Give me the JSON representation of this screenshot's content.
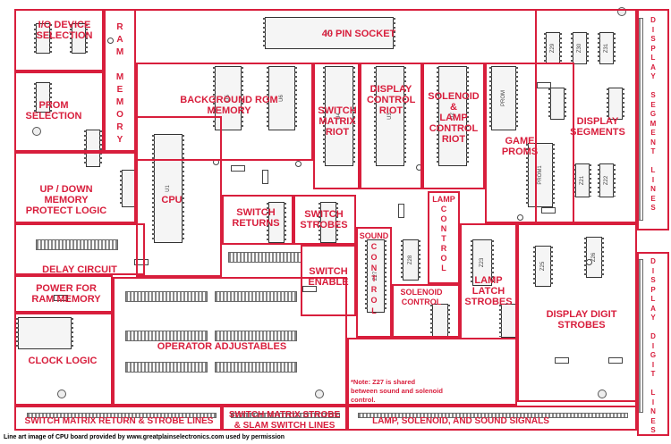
{
  "labels": {
    "io_device_selection": "I/O DEVICE\nSELECTION",
    "ram_memory": "R\nA\nM\n\nM\nE\nM\nO\nR\nY",
    "socket_40pin": "40 PIN SOCKET",
    "prom_selection": "PROM\nSELECTION",
    "background_rom_memory": "BACKGROUND ROM MEMORY",
    "switch_matrix_riot": "SWITCH\nMATRIX\nRIOT",
    "display_control_riot": "DISPLAY\nCONTROL\nRIOT",
    "solenoid_lamp_control_riot": "SOLENOID\n&\nLAMP\nCONTROL\nRIOT",
    "game_proms": "GAME PROMS",
    "display_segments": "DISPLAY\nSEGMENTS",
    "display_segment_lines": "D\nI\nS\nP\nL\nA\nY\n\nS\nE\nG\nM\nE\nN\nT\n\nL\nI\nN\nE\nS",
    "up_down_memory_protect_logic": "UP / DOWN\nMEMORY\nPROTECT LOGIC",
    "cpu": "CPU",
    "switch_returns": "SWITCH\nRETURNS",
    "switch_strobes": "SWITCH\nSTROBES",
    "lamp_control": "LAMP\nC\nO\nN\nT\nR\nO\nL",
    "sound_control": "SOUND\nC\nO\nN\nT\nR\nO\nL",
    "delay_circuit": "DELAY CIRCUIT",
    "switch_enable": "SWITCH\nENABLE",
    "solenoid_control": "SOLENOID\nCONTROL",
    "lamp_latch_strobes": "LAMP\nLATCH\nSTROBES",
    "display_digit_strobes": "DISPLAY DIGIT\nSTROBES",
    "display_digit_lines": "D\nI\nS\nP\nL\nA\nY\n\nD\nI\nG\nI\nT\n\nL\nI\nN\nE\nS",
    "power_for_ram_memory": "POWER FOR\nRAM MEMORY",
    "operator_adjustables": "OPERATOR ADJUSTABLES",
    "clock_logic": "CLOCK LOGIC",
    "note_z27": "*Note: Z27 is shared\nbetween sound and solenoid\ncontrol.",
    "switch_matrix_return_strobe_lines": "SWITCH MATRIX RETURN & STROBE LINES",
    "switch_matrix_strobe_slam_lines": "SWITCH MATRIX STROBE\n& SLAM SWITCH LINES",
    "lamp_solenoid_sound_signals": "LAMP, SOLENOID, AND SOUND SIGNALS",
    "credit": "Line art image of CPU board provided by www.greatplainselectronics.com used by permission"
  },
  "chips": {
    "u1": "U1",
    "u2": "U2",
    "u3": "U3",
    "u4": "U4",
    "u5": "U5",
    "u6": "U6",
    "prom": "PROM",
    "prom1": "PROM1",
    "z27": "Z27",
    "z28": "Z28",
    "z23": "Z23",
    "z25": "Z25",
    "z26": "Z26",
    "z21": "Z21",
    "z22": "Z22",
    "z29": "Z29",
    "z30": "Z30",
    "z31": "Z31"
  },
  "colors": {
    "accent": "#d81e3c",
    "ink": "#333333"
  }
}
